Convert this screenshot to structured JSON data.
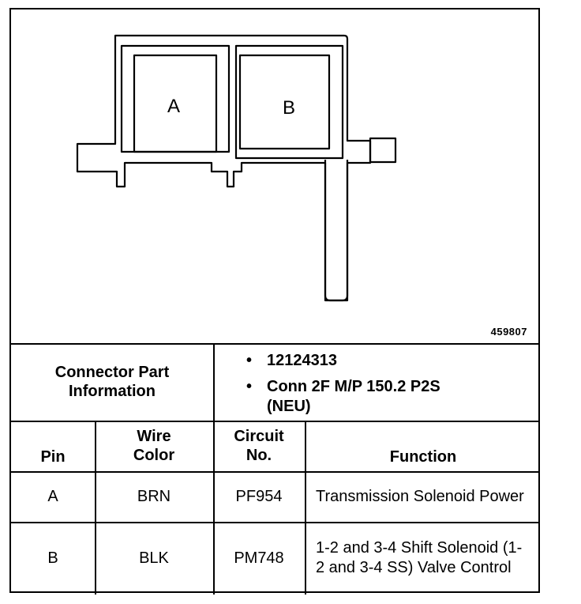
{
  "diagram": {
    "slot_a_label": "A",
    "slot_b_label": "B",
    "reference_number": "459807"
  },
  "connector": {
    "header_label": "Connector Part Information",
    "part_number": "12124313",
    "description": "Conn 2F M/P 150.2 P2S (NEU)"
  },
  "columns": {
    "pin": "Pin",
    "wire_color": "Wire Color",
    "circuit_no": "Circuit No.",
    "function": "Function"
  },
  "rows": [
    {
      "pin": "A",
      "wire_color": "BRN",
      "circuit_no": "PF954",
      "function": "Transmission Solenoid Power"
    },
    {
      "pin": "B",
      "wire_color": "BLK",
      "circuit_no": "PM748",
      "function": "1-2 and 3-4 Shift Solenoid (1-2 and 3-4 SS) Valve Control"
    }
  ]
}
